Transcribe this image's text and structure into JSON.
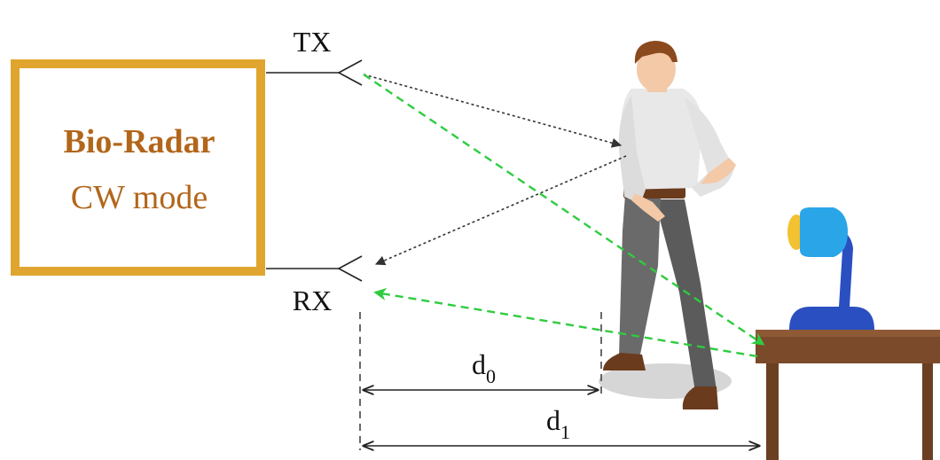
{
  "radar_box": {
    "title": "Bio-Radar",
    "subtitle": "CW mode"
  },
  "antennas": {
    "tx_label": "TX",
    "rx_label": "RX"
  },
  "distances": {
    "d0_base": "d",
    "d0_sub": "0",
    "d1_base": "d",
    "d1_sub": "1"
  },
  "colors": {
    "box_border": "#E0A52E",
    "box_text": "#B2661A",
    "human_path": "#333333",
    "static_path": "#2ECC40",
    "table_wood": "#7A4A2A",
    "lamp_blue": "#2AA6E8",
    "lamp_base": "#2A4FC0",
    "lamp_bulb": "#F2C230"
  }
}
